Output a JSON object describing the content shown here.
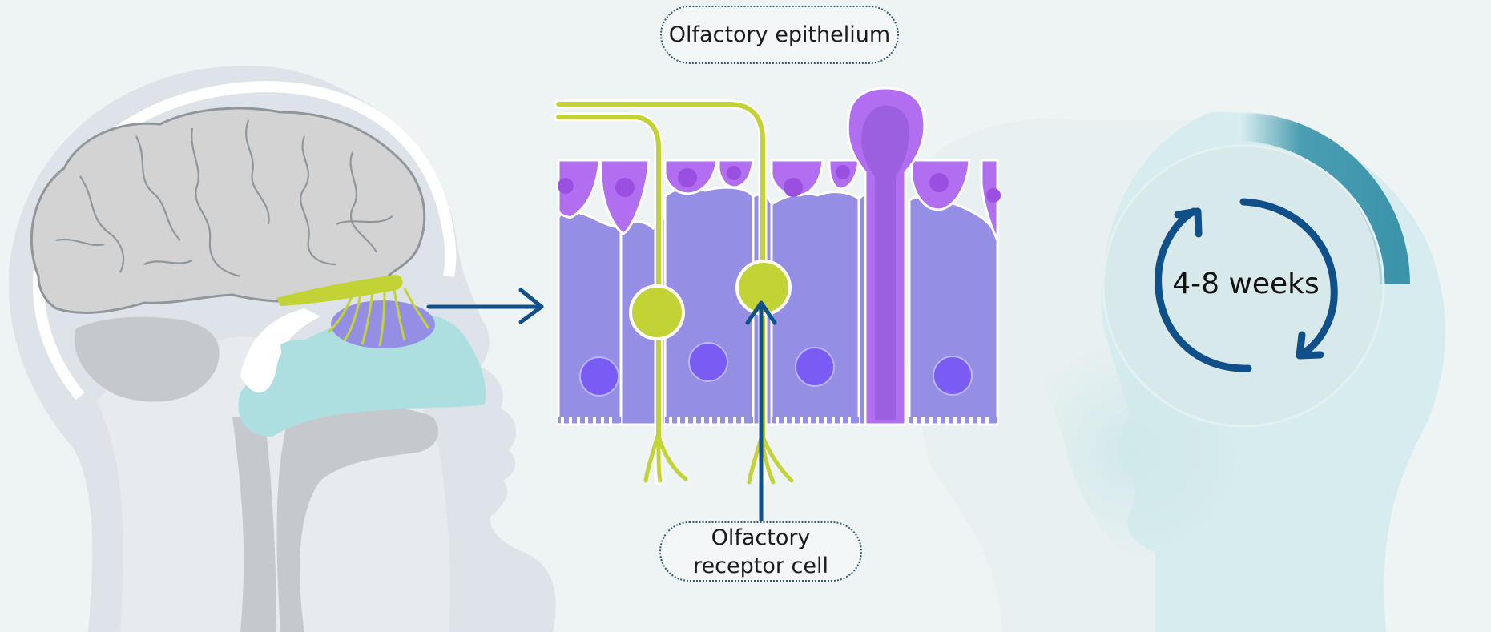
{
  "labels": {
    "epithelium": "Olfactory epithelium",
    "receptor_line1": "Olfactory",
    "receptor_line2": "receptor cell",
    "duration": "4-8 weeks"
  },
  "colors": {
    "background": "#eef3f4",
    "head_outer": "#dde3e8",
    "head_inner": "#e6eaee",
    "brain": "#d3d3d3",
    "brain_outline": "#8f969c",
    "nasal_cavity": "#aedfe0",
    "olfactory_nerve": "#c2d335",
    "olfactory_bulb": "#948fe4",
    "supporting_cell": "#948fe4",
    "nucleus": "#7a5cf5",
    "goblet_cell": "#b26ef0",
    "arrow": "#11508a",
    "timer_ring": "#3b95ab",
    "ghost_head": "#d6ecee"
  },
  "icons": {
    "cycle": "circular-arrows-icon",
    "pointer": "arrow-icon"
  }
}
